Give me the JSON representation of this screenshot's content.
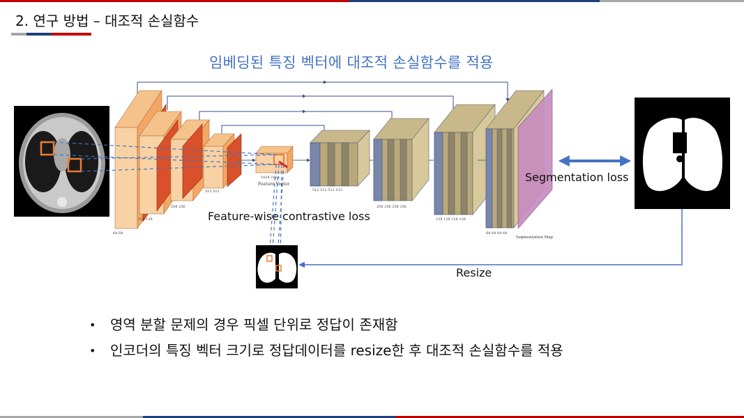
{
  "slide": {
    "title": "2. 연구 방법 – 대조적 손실함수",
    "heading": "임베딩된 특징 벡터에 대조적 손실함수를 적용"
  },
  "diagram": {
    "segmentation_loss": "Segmentation loss",
    "feature_loss": "Feature-wise contrastive loss",
    "resize": "Resize",
    "feature_vector": "Feature Vector",
    "segmentation_map": "Segmentation Map",
    "enc_ticks": [
      "64 64",
      "128 128",
      "256 256",
      "512 512",
      "1024 1024"
    ],
    "dec_ticks": [
      "512 512 512 512",
      "256 256 256 256",
      "128 128 128 128",
      "64 64 64 64"
    ]
  },
  "bullets": [
    "영역 분할 문제의 경우 픽셀 단위로 정답이 존재함",
    "인코더의 특징 벡터 크기로 정답데이터를 resize한 후 대조적 손실함수를 적용"
  ],
  "colors": {
    "red": "#c00000",
    "navy": "#1f3f7a",
    "gray": "#a6a6a6",
    "accent": "#4472c4",
    "arrow": "#4472c4"
  }
}
